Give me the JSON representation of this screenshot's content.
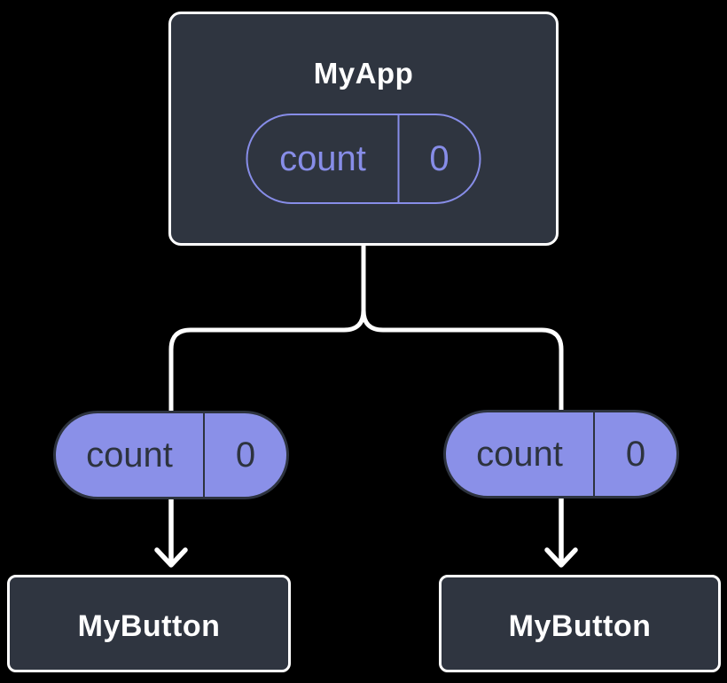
{
  "diagram": {
    "description": "React component tree with shared state",
    "colors": {
      "background": "#000000",
      "box_fill": "#2F3540",
      "box_border": "#FFFFFF",
      "connector": "#FFFFFF",
      "state_pill_fill": "#8A90E8",
      "state_pill_outline": "#878DE8",
      "dark_text_on_purple": "#2D333E",
      "title_text": "#FFFFFF"
    },
    "root": {
      "title": "MyApp",
      "state": {
        "label": "count",
        "value": "0"
      }
    },
    "left_child": {
      "title": "MyButton",
      "state": {
        "label": "count",
        "value": "0"
      }
    },
    "right_child": {
      "title": "MyButton",
      "state": {
        "label": "count",
        "value": "0"
      }
    }
  }
}
